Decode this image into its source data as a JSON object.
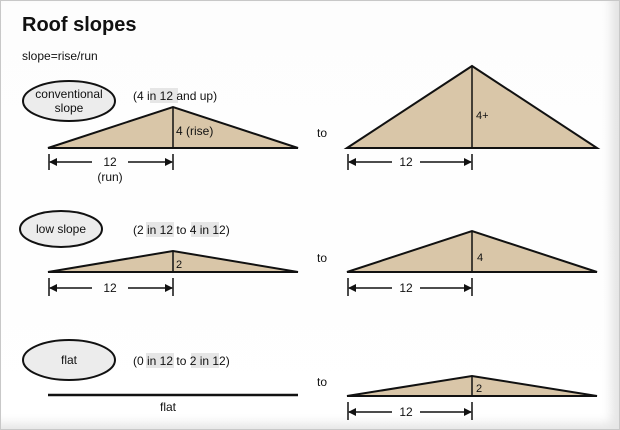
{
  "header": {
    "title": "Roof slopes",
    "formula": "slope=rise/run"
  },
  "connector_word": "to",
  "colors": {
    "roof_fill": "#d9c6a8",
    "stroke": "#111111",
    "label_highlight": "#e6e6e6"
  },
  "categories": [
    {
      "badge_line1": "conventional",
      "badge_line2": "slope",
      "range_text": "(4 in 12 and up)",
      "left_rise_label": "4 (rise)",
      "left_run_label": "12",
      "left_run_sub": "(run)",
      "right_rise_label": "4+",
      "right_run_label": "12"
    },
    {
      "badge_line1": "low slope",
      "range_text": "(2 in 12 to 4 in 12)",
      "left_rise_label": "2",
      "left_run_label": "12",
      "right_rise_label": "4",
      "right_run_label": "12"
    },
    {
      "badge_line1": "flat",
      "range_text": "(0 in 12 to 2 in 12)",
      "left_flat_label": "flat",
      "right_rise_label": "2",
      "right_run_label": "12"
    }
  ]
}
